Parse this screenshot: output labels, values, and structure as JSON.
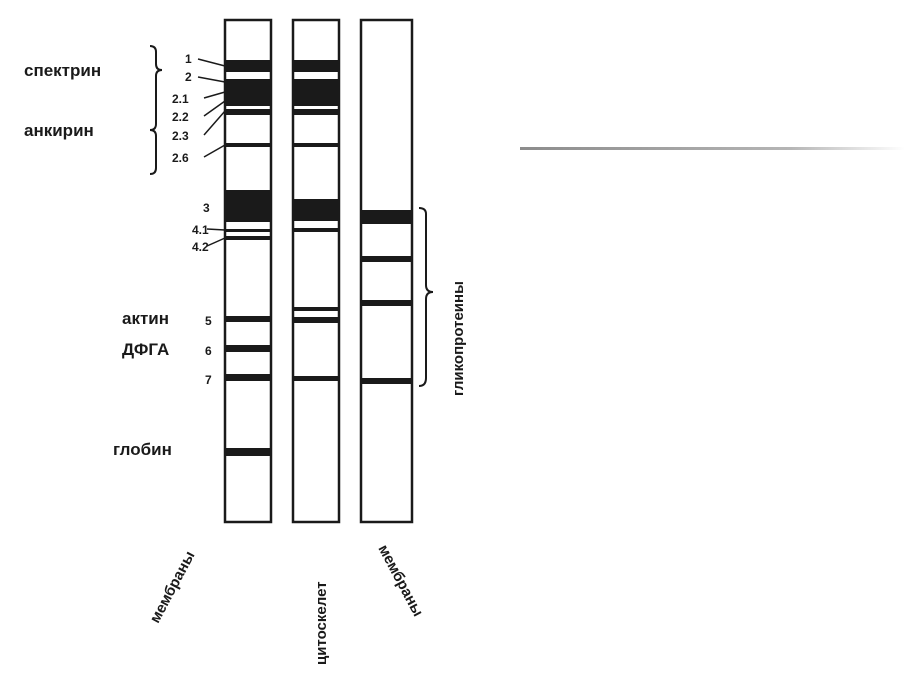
{
  "protein_labels": {
    "spectrin": "спектрин",
    "ankyrin": "анкирин",
    "actin": "актин",
    "gapdh": "ДФГА",
    "globin": "глобин"
  },
  "band_numbers": {
    "b1": "1",
    "b2": "2",
    "b2_1": "2.1",
    "b2_2": "2.2",
    "b2_3": "2.3",
    "b2_6": "2.6",
    "b3": "3",
    "b4_1": "4.1",
    "b4_2": "4.2",
    "b5": "5",
    "b6": "6",
    "b7": "7"
  },
  "lanes": {
    "membranes_1": "мембраны",
    "cytoskeleton": "цитоскелет",
    "membranes_2": "мембраны"
  },
  "glycoproteins": "гликопротеины",
  "colors": {
    "ink": "#1a1a1a",
    "background": "#ffffff",
    "divider": "#9a9a9a"
  }
}
